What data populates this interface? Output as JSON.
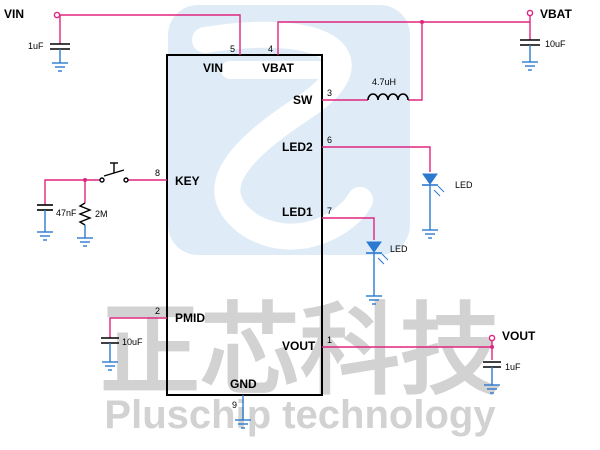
{
  "watermark": {
    "chinese": "正芯科技",
    "english": "Pluschip technology"
  },
  "chip": {
    "pins": {
      "vin": {
        "name": "VIN",
        "number": "5"
      },
      "vbat": {
        "name": "VBAT",
        "number": "4"
      },
      "sw": {
        "name": "SW",
        "number": "3"
      },
      "led2": {
        "name": "LED2",
        "number": "6"
      },
      "key": {
        "name": "KEY",
        "number": "8"
      },
      "led1": {
        "name": "LED1",
        "number": "7"
      },
      "pmid": {
        "name": "PMID",
        "number": "2"
      },
      "vout": {
        "name": "VOUT",
        "number": "1"
      },
      "gnd": {
        "name": "GND",
        "number": "9"
      }
    }
  },
  "components": {
    "vin_label": "VIN",
    "vbat_label": "VBAT",
    "vout_label": "VOUT",
    "cap_vin": "1uF",
    "cap_vbat": "10uF",
    "inductor": "4.7uH",
    "led1_label": "LED",
    "led2_label": "LED",
    "cap_key": "47nF",
    "resistor_key": "2M",
    "cap_pmid": "10uF",
    "cap_vout": "1uF"
  },
  "colors": {
    "wire": "#e0257f",
    "outline": "#000000",
    "net_label": "#000000",
    "ground": "#2b7ad0",
    "node": "#e0257f",
    "led": "#2b7ad0",
    "watermark_shape": "#cfe3f3",
    "watermark_text": "#cfcfcf"
  }
}
